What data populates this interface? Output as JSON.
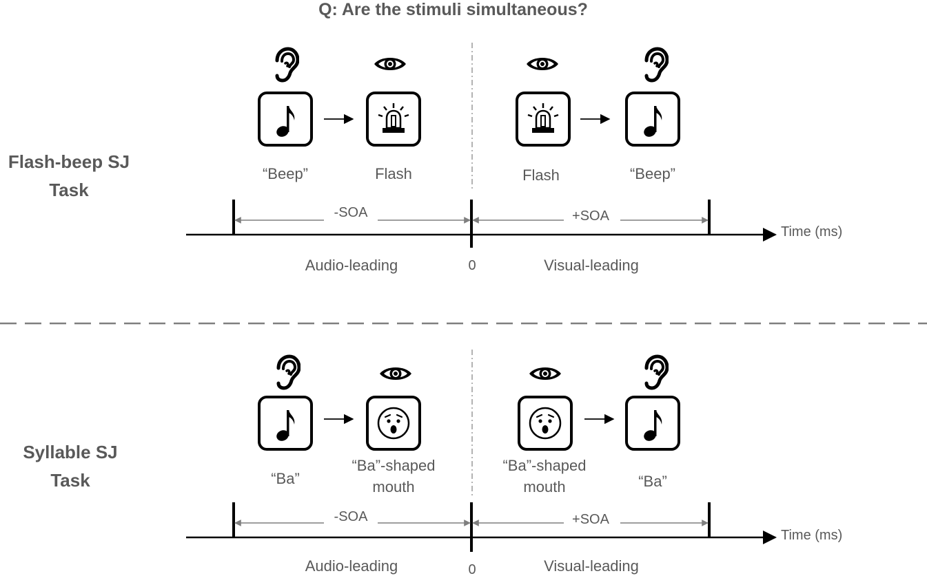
{
  "title": "Q: Are the stimuli simultaneous?",
  "colors": {
    "text": "#595959",
    "line": "#000000",
    "soa_arrow": "#7f7f7f"
  },
  "sections": [
    {
      "task_name": "Flash-beep SJ Task",
      "stimuli": [
        {
          "sense_icon": "ear-icon",
          "stim_icon": "music-note-icon",
          "caption": "“Beep”"
        },
        {
          "sense_icon": "eye-icon",
          "stim_icon": "siren-icon",
          "caption": "Flash"
        },
        {
          "sense_icon": "eye-icon",
          "stim_icon": "siren-icon",
          "caption": "Flash"
        },
        {
          "sense_icon": "ear-icon",
          "stim_icon": "music-note-icon",
          "caption": "“Beep”"
        }
      ],
      "neg_soa": "-SOA",
      "pos_soa": "+SOA",
      "axis_label": "Time (ms)",
      "zero": "0",
      "left_label": "Audio-leading",
      "right_label": "Visual-leading"
    },
    {
      "task_name": "Syllable SJ Task",
      "stimuli": [
        {
          "sense_icon": "ear-icon",
          "stim_icon": "music-note-icon",
          "caption": "“Ba”"
        },
        {
          "sense_icon": "eye-icon",
          "stim_icon": "surprised-face-icon",
          "caption": "“Ba”-shaped mouth"
        },
        {
          "sense_icon": "eye-icon",
          "stim_icon": "surprised-face-icon",
          "caption": "“Ba”-shaped mouth"
        },
        {
          "sense_icon": "ear-icon",
          "stim_icon": "music-note-icon",
          "caption": "“Ba”"
        }
      ],
      "neg_soa": "-SOA",
      "pos_soa": "+SOA",
      "axis_label": "Time (ms)",
      "zero": "0",
      "left_label": "Audio-leading",
      "right_label": "Visual-leading"
    }
  ]
}
